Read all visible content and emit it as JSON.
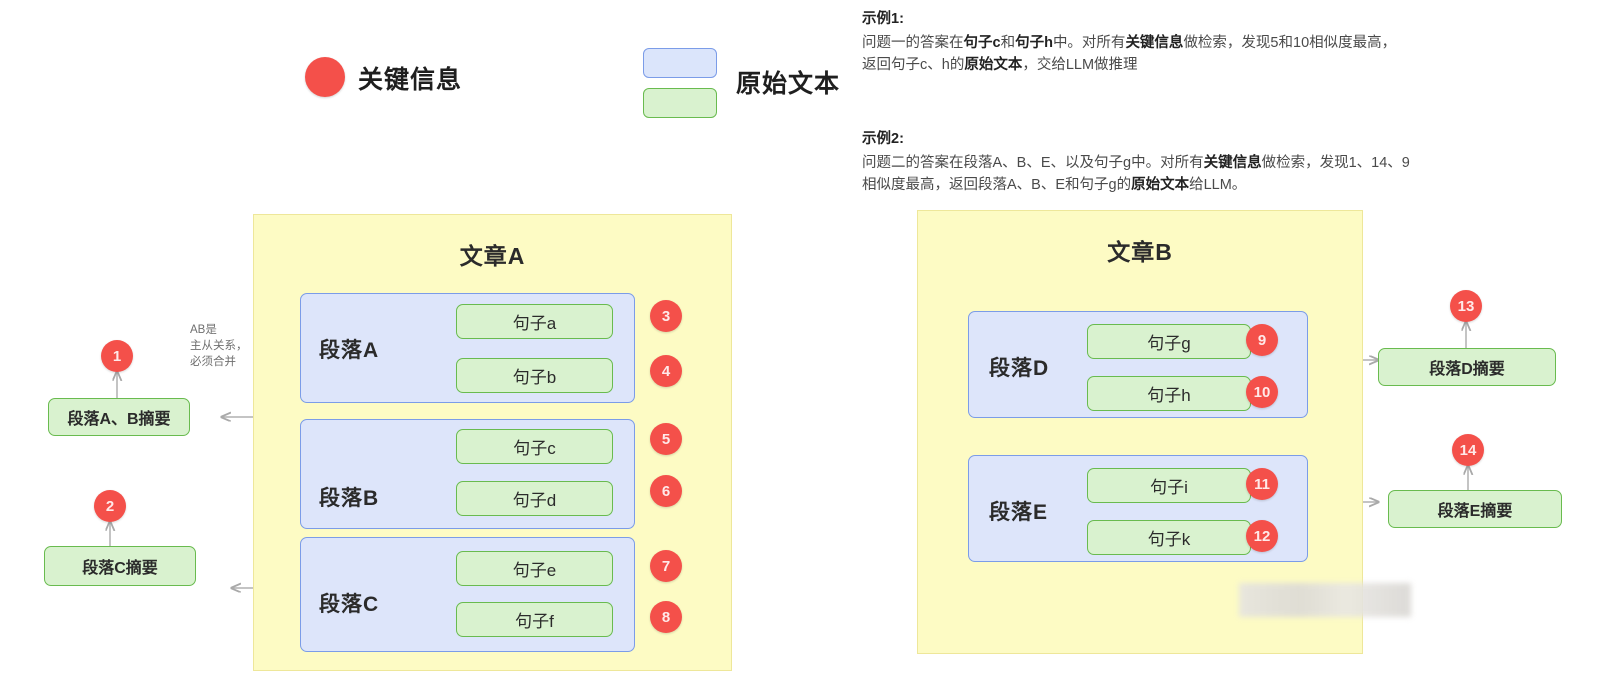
{
  "legend": {
    "key_info_label": "关键信息",
    "raw_text_label": "原始文本",
    "key_color": "#f4504a",
    "blue_fill": "#dde5fa",
    "blue_stroke": "#7b9ce8",
    "green_fill": "#d9f2cf",
    "green_stroke": "#69bb4f"
  },
  "examples": [
    {
      "title": "示例1:",
      "line1_a": "问题一的答案在",
      "line1_b1": "句子c",
      "line1_c": "和",
      "line1_b2": "句子h",
      "line1_d": "中。对所有",
      "line1_b3": "关键信息",
      "line1_e": "做检索，发现5和10相似度最高，",
      "line2_a": "返回句子c、h的",
      "line2_b": "原始文本",
      "line2_c": "，交给LLM做推理"
    },
    {
      "title": "示例2:",
      "line1_a": "问题二的答案在段落A、B、E、以及句子g中。对所有",
      "line1_b": "关键信息",
      "line1_c": "做检索，发现1、14、9",
      "line2_a": "相似度最高，返回段落A、B、E和句子g的",
      "line2_b": "原始文本",
      "line2_c": "给LLM。"
    }
  ],
  "articles": [
    {
      "title": "文章A",
      "paragraphs": [
        {
          "label": "段落A",
          "sentences": [
            {
              "text": "句子a",
              "badge": "3"
            },
            {
              "text": "句子b",
              "badge": "4"
            }
          ]
        },
        {
          "label": "段落B",
          "sentences": [
            {
              "text": "句子c",
              "badge": "5"
            },
            {
              "text": "句子d",
              "badge": "6"
            }
          ]
        },
        {
          "label": "段落C",
          "sentences": [
            {
              "text": "句子e",
              "badge": "7"
            },
            {
              "text": "句子f",
              "badge": "8"
            }
          ]
        }
      ]
    },
    {
      "title": "文章B",
      "paragraphs": [
        {
          "label": "段落D",
          "sentences": [
            {
              "text": "句子g",
              "badge": "9"
            },
            {
              "text": "句子h",
              "badge": "10"
            }
          ]
        },
        {
          "label": "段落E",
          "sentences": [
            {
              "text": "句子i",
              "badge": "11"
            },
            {
              "text": "句子k",
              "badge": "12"
            }
          ]
        }
      ]
    }
  ],
  "summaries": [
    {
      "text": "段落A、B摘要",
      "badge": "1"
    },
    {
      "text": "段落C摘要",
      "badge": "2"
    },
    {
      "text": "段落D摘要",
      "badge": "13"
    },
    {
      "text": "段落E摘要",
      "badge": "14"
    }
  ],
  "merge_note": {
    "line1": "AB是",
    "line2": "主从关系，",
    "line3": "必须合并"
  }
}
